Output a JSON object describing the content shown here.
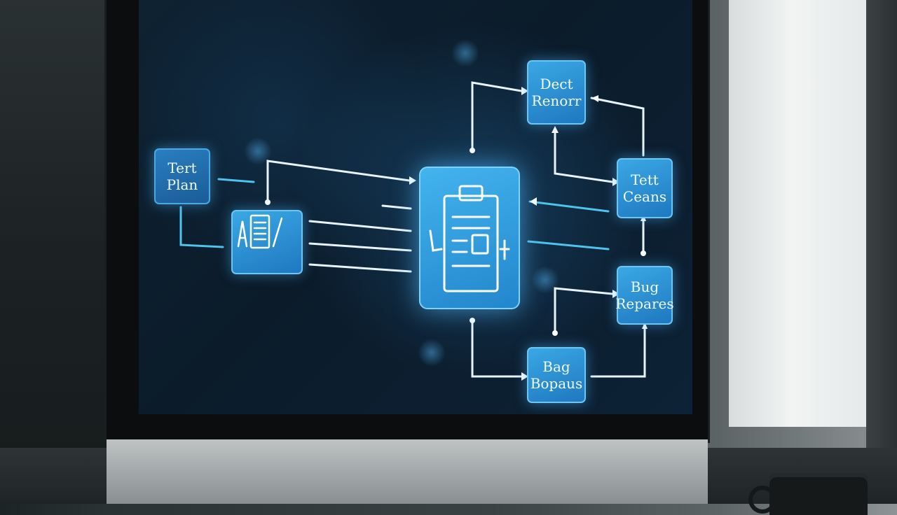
{
  "scene": {
    "description_free": true,
    "accent_color": "#3aa8e4",
    "screen_background": "#0b1b2a"
  },
  "diagram": {
    "nodes": [
      {
        "id": "test-plan",
        "label": "Tert\nPlan"
      },
      {
        "id": "test-report",
        "label": "Dect\nRenorr"
      },
      {
        "id": "test-cases",
        "label": "Tett\nCeans"
      },
      {
        "id": "bug-reports-right",
        "label": "Bug\nRepares"
      },
      {
        "id": "bug-reports-bottom",
        "label": "Bag\nBopaus"
      }
    ],
    "icons": {
      "center": "clipboard-document-icon",
      "left": "document-pen-icon"
    }
  }
}
